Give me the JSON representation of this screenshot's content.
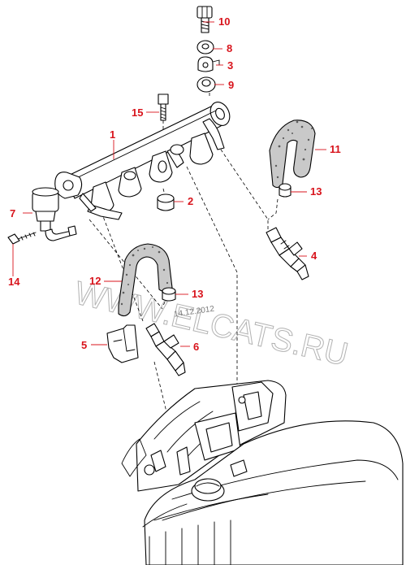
{
  "watermark": {
    "text": "WWW.ELCATS.RU",
    "date": "14.12.2012"
  },
  "callouts": [
    {
      "id": "c1",
      "label": "1"
    },
    {
      "id": "c2",
      "label": "2"
    },
    {
      "id": "c3",
      "label": "3"
    },
    {
      "id": "c4",
      "label": "4"
    },
    {
      "id": "c5",
      "label": "5"
    },
    {
      "id": "c6",
      "label": "6"
    },
    {
      "id": "c7",
      "label": "7"
    },
    {
      "id": "c8",
      "label": "8"
    },
    {
      "id": "c9",
      "label": "9"
    },
    {
      "id": "c10",
      "label": "10"
    },
    {
      "id": "c11",
      "label": "11"
    },
    {
      "id": "c12",
      "label": "12"
    },
    {
      "id": "c13a",
      "label": "13"
    },
    {
      "id": "c13b",
      "label": "13"
    },
    {
      "id": "c14",
      "label": "14"
    },
    {
      "id": "c15",
      "label": "15"
    }
  ],
  "colors": {
    "callout": "#d8141c",
    "line": "#000000",
    "hose_fill": "#c9c9c9"
  }
}
